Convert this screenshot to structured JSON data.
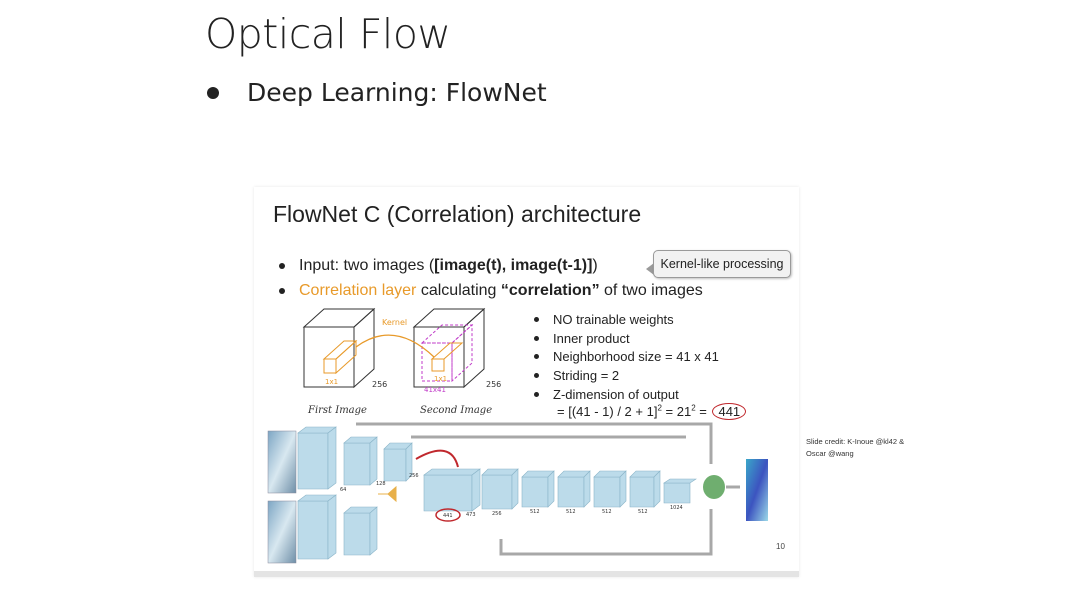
{
  "slide": {
    "title": "Optical Flow",
    "bullet": "Deep Learning: FlowNet",
    "credit_line1": "Slide credit: K-Inoue @kl42 &",
    "credit_line2": "Oscar @wang"
  },
  "figure": {
    "title": "FlowNet C (Correlation) architecture",
    "bullet1_prefix": "Input: two images (",
    "bullet1_bold": "[image(t), image(t-1)]",
    "bullet1_suffix": ")",
    "bullet2_orange": "Correlation layer",
    "bullet2_mid": " calculating ",
    "bullet2_bold": "“correlation”",
    "bullet2_suffix": " of two images",
    "callout": "Kernel-like processing",
    "sub_items": [
      "NO trainable weights",
      "Inner product",
      "Neighborhood size = 41 x 41",
      "Striding = 2",
      "Z-dimension of output"
    ],
    "formula_a": "= [(41 - 1) / 2 + 1]",
    "formula_exp1": "2",
    "formula_b": " = 21",
    "formula_exp2": "2",
    "formula_c": " = ",
    "formula_result": "441",
    "page_number": "10",
    "sketch": {
      "kernel": "Kernel",
      "size1": "1x1",
      "size2": "1x1",
      "size3": "41x41",
      "depth1": "256",
      "depth2": "256",
      "first_image": "First Image",
      "second_image": "Second Image"
    },
    "network": {
      "labels": [
        "64",
        "128",
        "256",
        "441",
        "473",
        "256",
        "512",
        "512",
        "512",
        "512",
        "1024"
      ]
    }
  },
  "colors": {
    "orange": "#e89a2a",
    "red": "#c0282d",
    "cube_blue": "#bcdbea",
    "arrow_gray": "#a8a8a8"
  }
}
